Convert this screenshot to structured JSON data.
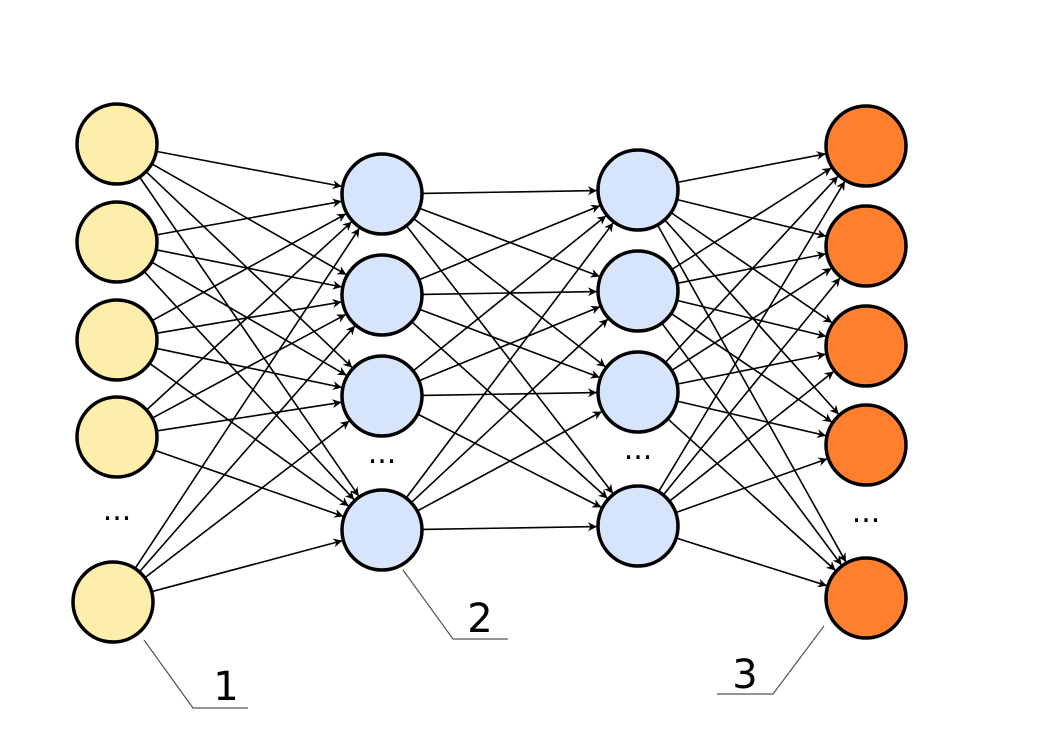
{
  "colors": {
    "input": "#fdeeab",
    "hidden": "#d6e4fc",
    "output": "#fe7f2d",
    "stroke": "#000000"
  },
  "ellipsis": "...",
  "labels": {
    "input_layer": "1",
    "hidden_layer": "2",
    "output_layer": "3"
  }
}
